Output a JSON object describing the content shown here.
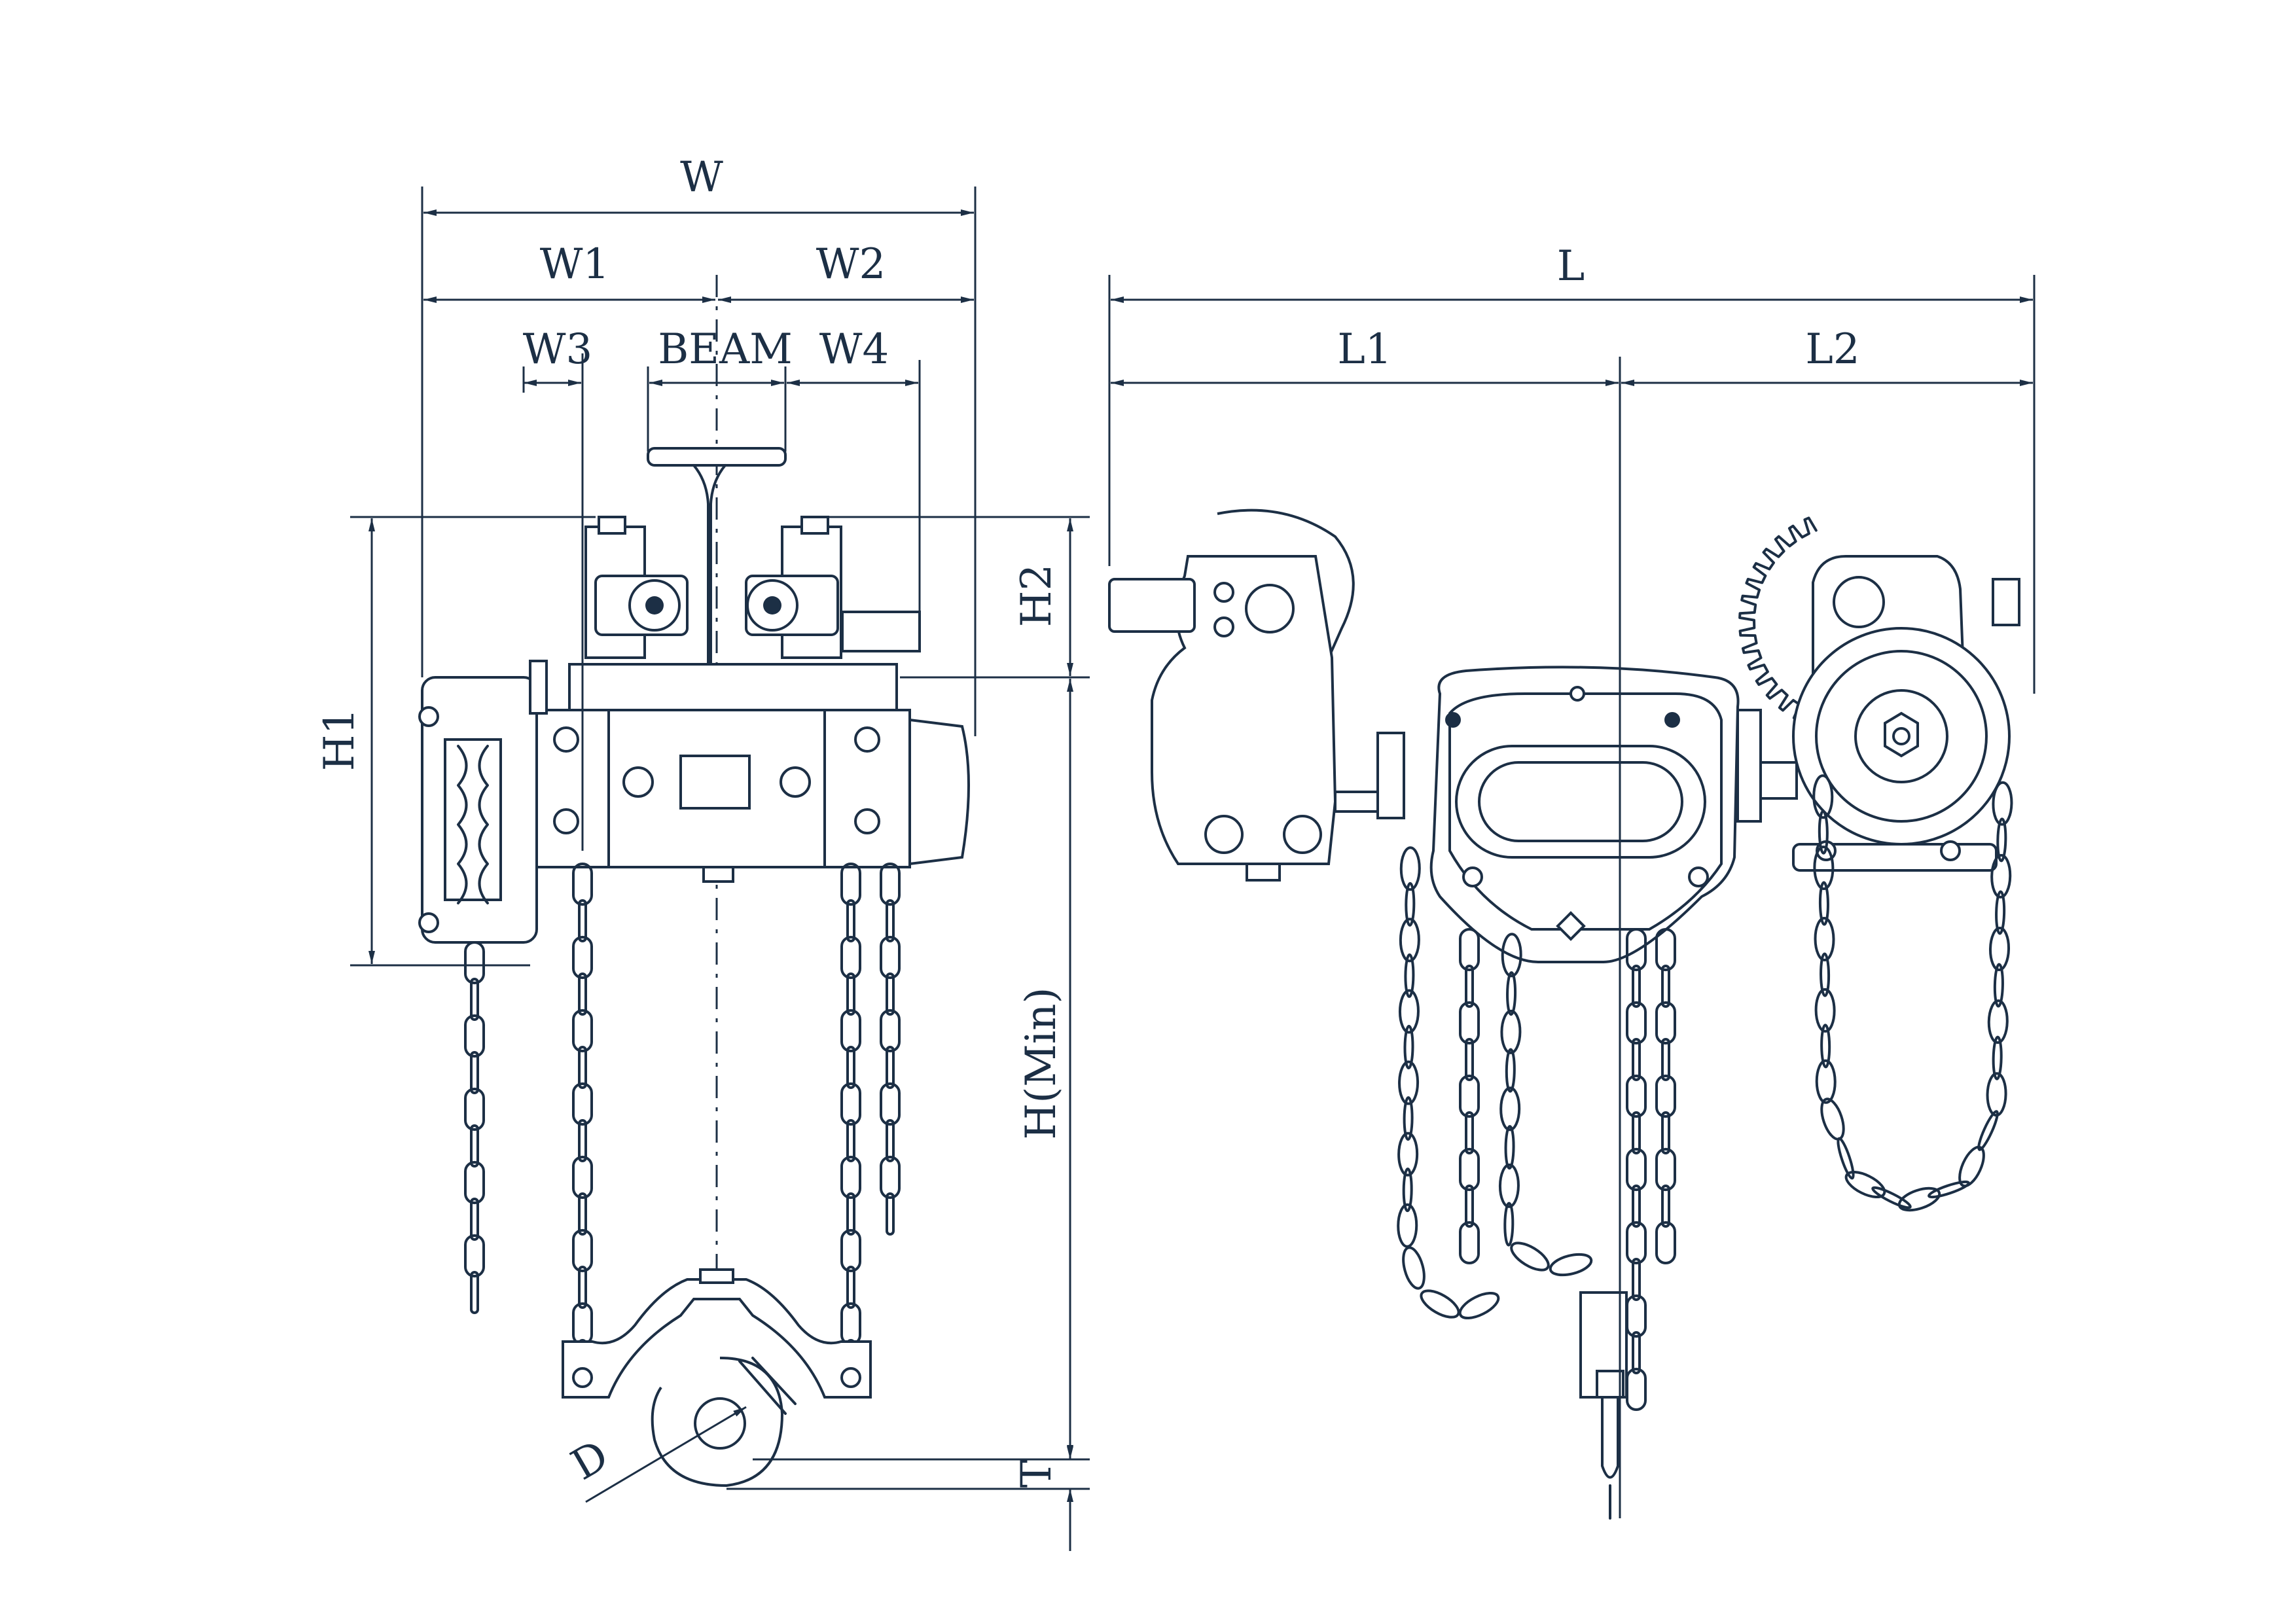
{
  "labels": {
    "w": "W",
    "w1": "W1",
    "w2": "W2",
    "w3": "W3",
    "beam": "BEAM",
    "w4": "W4",
    "h1": "H1",
    "h2": "H2",
    "h_min": "H(Min)",
    "d": "D",
    "t": "T",
    "l": "L",
    "l1": "L1",
    "l2": "L2"
  },
  "colors": {
    "line": "#1c2f45",
    "background": "#ffffff"
  }
}
